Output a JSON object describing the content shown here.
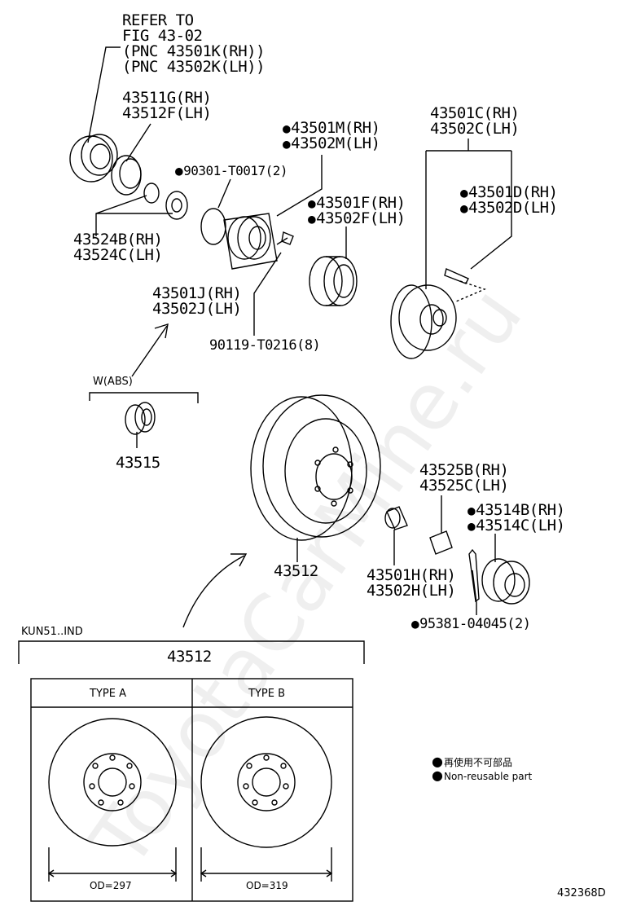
{
  "refer": {
    "line1": "REFER TO",
    "line2": "FIG 43-02",
    "line3": "(PNC 43501K(RH))",
    "line4": "(PNC 43502K(LH))"
  },
  "parts": {
    "p43511g": "43511G(RH)",
    "p43512f": "43512F(LH)",
    "p43501m": "43501M(RH)",
    "p43502m": "43502M(LH)",
    "p90301": "90301-T0017(2)",
    "p43501c": "43501C(RH)",
    "p43502c": "43502C(LH)",
    "p43501f": "43501F(RH)",
    "p43502f": "43502F(LH)",
    "p43501d": "43501D(RH)",
    "p43502d": "43502D(LH)",
    "p43524b": "43524B(RH)",
    "p43524c": "43524C(LH)",
    "p43501j": "43501J(RH)",
    "p43502j": "43502J(LH)",
    "p90119": "90119-T0216(8)",
    "wabs": "W(ABS)",
    "p43515": "43515",
    "p43512": "43512",
    "p43525b": "43525B(RH)",
    "p43525c": "43525C(LH)",
    "p43514b": "43514B(RH)",
    "p43514c": "43514C(LH)",
    "p43501h": "43501H(RH)",
    "p43502h": "43502H(LH)",
    "p95381": "95381-04045(2)"
  },
  "variant": {
    "model": "KUN51..IND",
    "part": "43512",
    "type_a": "TYPE A",
    "type_b": "TYPE B",
    "od_a": "OD=297",
    "od_b": "OD=319"
  },
  "legend": {
    "jp": "再使用不可部品",
    "en": "Non-reusable part"
  },
  "illustration_id": "432368D",
  "watermark": "ToyotaCarMine.ru"
}
